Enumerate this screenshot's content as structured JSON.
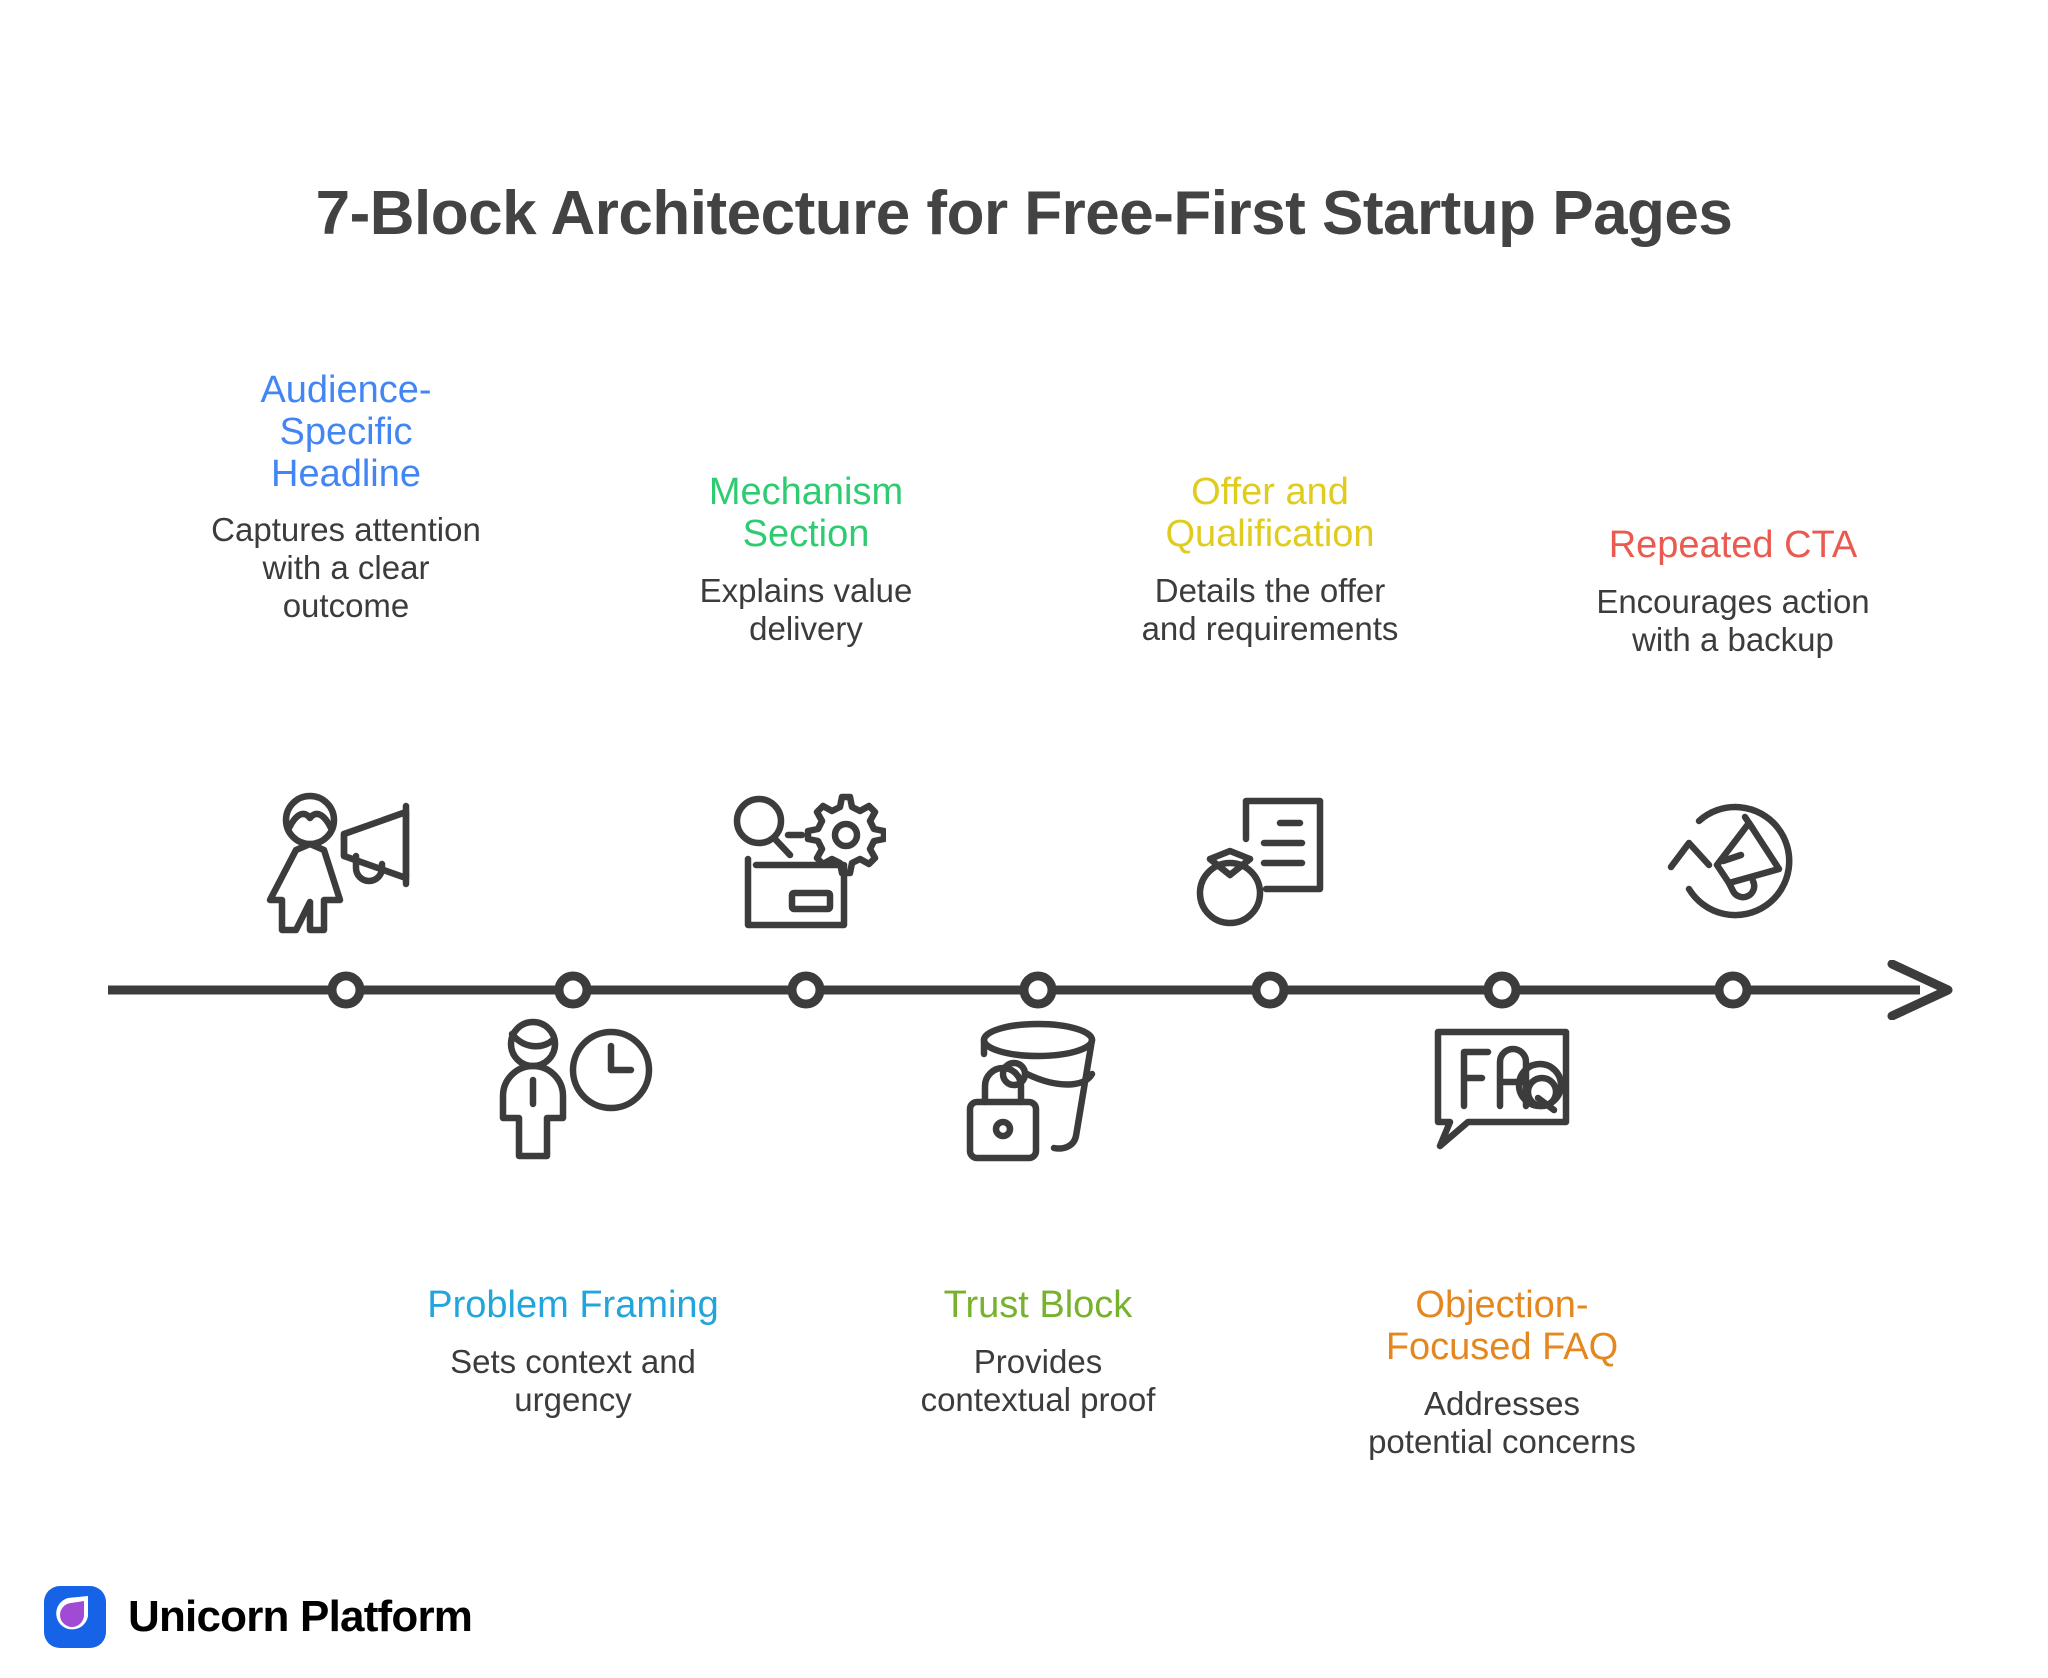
{
  "page": {
    "title": "7-Block Architecture for Free-First Startup Pages",
    "title_color": "#434343",
    "background": "#ffffff"
  },
  "timeline": {
    "line_color": "#3c3c3c",
    "node_count": 7,
    "arrow": "right-arrow"
  },
  "blocks": [
    {
      "index": 1,
      "position": "above",
      "title": "Audience-\nSpecific\nHeadline",
      "description": "Captures attention\nwith a clear\noutcome",
      "color": "#4285F4",
      "icon": "person-megaphone-icon"
    },
    {
      "index": 2,
      "position": "below",
      "title": "Problem Framing",
      "description": "Sets context and\nurgency",
      "color": "#21A5DC",
      "icon": "person-clock-icon"
    },
    {
      "index": 3,
      "position": "above",
      "title": "Mechanism\nSection",
      "description": "Explains value\ndelivery",
      "color": "#2ECC71",
      "icon": "magnifier-gear-card-icon"
    },
    {
      "index": 4,
      "position": "below",
      "title": "Trust Block",
      "description": "Provides\ncontextual proof",
      "color": "#76B22B",
      "icon": "bucket-lock-icon"
    },
    {
      "index": 5,
      "position": "above",
      "title": "Offer and\nQualification",
      "description": "Details the offer\nand requirements",
      "color": "#E0CC1F",
      "icon": "ring-document-icon"
    },
    {
      "index": 6,
      "position": "below",
      "title": "Objection-\nFocused FAQ",
      "description": "Addresses\npotential concerns",
      "color": "#E5871F",
      "icon": "faq-speech-bubble-icon"
    },
    {
      "index": 7,
      "position": "above",
      "title": "Repeated CTA",
      "description": "Encourages action\nwith a backup",
      "color": "#EA5A50",
      "icon": "megaphone-refresh-icon"
    }
  ],
  "footer": {
    "brand_name": "Unicorn Platform",
    "logo_background": "#1763E8",
    "logo_droplet_color": "#A14BD4"
  }
}
